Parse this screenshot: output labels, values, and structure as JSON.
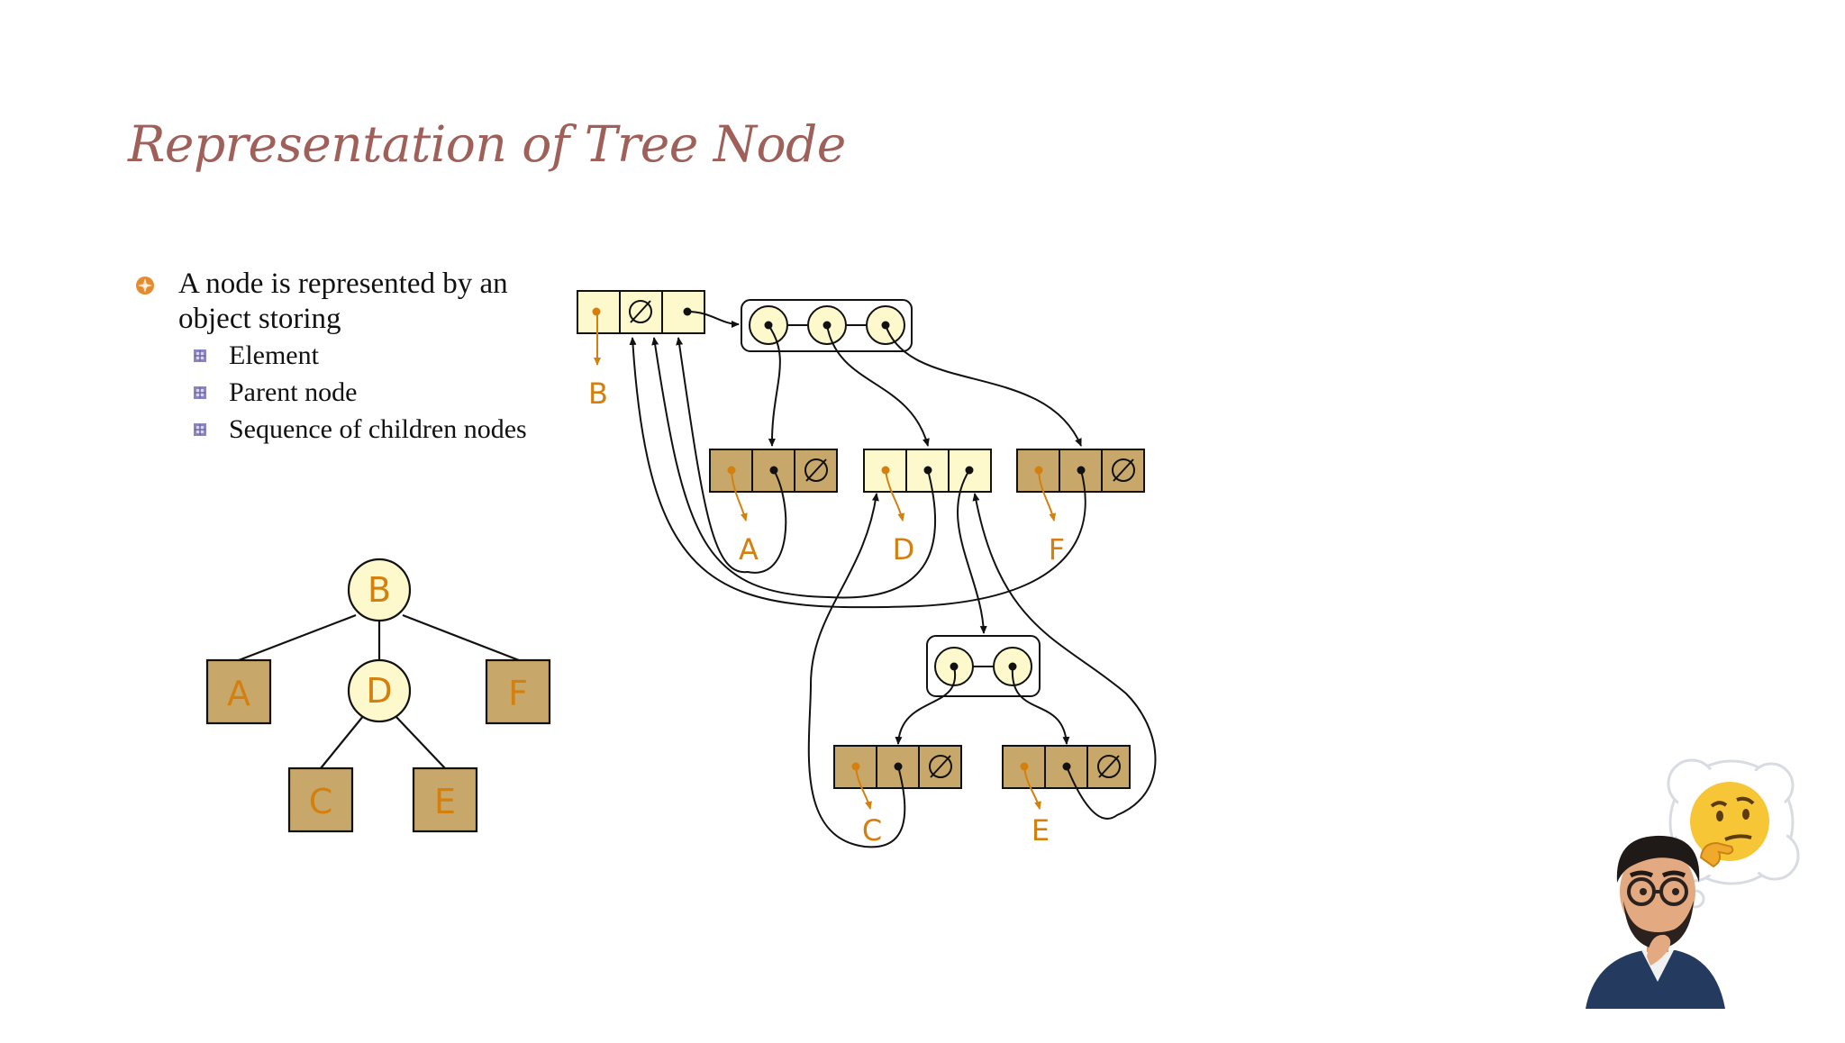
{
  "slide": {
    "title": "Representation of Tree Node",
    "bullet": {
      "text": "A node is represented by an object storing",
      "items": [
        "Element",
        "Parent node",
        "Sequence of children nodes"
      ]
    }
  },
  "tree": {
    "nodes": [
      {
        "id": "B",
        "label": "B",
        "shape": "circle",
        "parent": null
      },
      {
        "id": "A",
        "label": "A",
        "shape": "square",
        "parent": "B"
      },
      {
        "id": "D",
        "label": "D",
        "shape": "circle",
        "parent": "B"
      },
      {
        "id": "F",
        "label": "F",
        "shape": "square",
        "parent": "B"
      },
      {
        "id": "C",
        "label": "C",
        "shape": "square",
        "parent": "D"
      },
      {
        "id": "E",
        "label": "E",
        "shape": "square",
        "parent": "D"
      }
    ]
  },
  "structure": {
    "element_labels": [
      "B",
      "A",
      "D",
      "F",
      "C",
      "E"
    ],
    "null_symbol": "∅",
    "colors": {
      "internal_fill": "#fdf9cd",
      "external_fill": "#c8a86a",
      "element_color": "#d4800e",
      "title_color": "#a0605a"
    }
  }
}
